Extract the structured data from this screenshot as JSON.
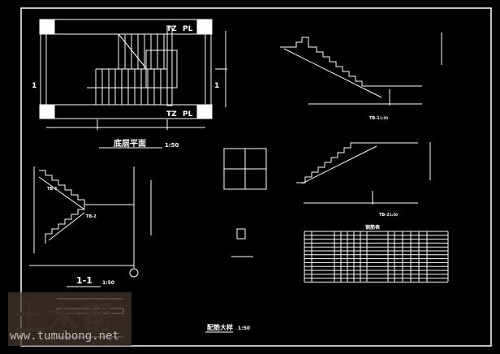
{
  "plan": {
    "tz_top": "TZ",
    "pl_top": "PL",
    "tz_bottom": "TZ",
    "pl_bottom": "PL",
    "axis_left": "1",
    "axis_right": "1",
    "title": "底层平面",
    "scale": "1:50"
  },
  "section": {
    "title": "1-1",
    "scale": "1:50",
    "label_tb1": "TB-1",
    "label_tb2": "TB-2"
  },
  "tb1": {
    "title": "TB-1",
    "scale": "1:50"
  },
  "tb2": {
    "title": "TB-2",
    "scale": "1:50"
  },
  "table": {
    "title": "钢筋表"
  },
  "detail": {
    "title": "配筋大样",
    "scale": "1:50"
  },
  "watermark": {
    "logo": "土木帮",
    "url": "www.tumubong.net"
  }
}
